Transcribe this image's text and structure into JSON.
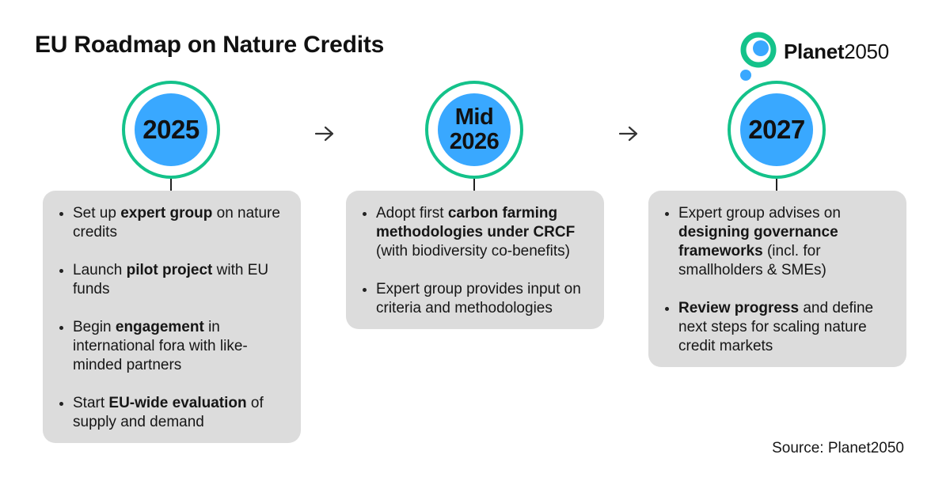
{
  "title": "EU Roadmap on Nature Credits",
  "brand": {
    "name_bold": "Planet",
    "name_regular": "2050",
    "colors": {
      "green": "#14c28a",
      "blue": "#39a8ff"
    }
  },
  "milestones": [
    {
      "year": "2025",
      "items": [
        [
          {
            "t": "Set up "
          },
          {
            "t": "expert group",
            "b": true
          },
          {
            "t": " on nature credits"
          }
        ],
        [
          {
            "t": "Launch "
          },
          {
            "t": "pilot project",
            "b": true
          },
          {
            "t": " with EU funds"
          }
        ],
        [
          {
            "t": "Begin "
          },
          {
            "t": "engagement",
            "b": true
          },
          {
            "t": " in international fora with like-minded partners"
          }
        ],
        [
          {
            "t": "Start "
          },
          {
            "t": "EU-wide evaluation",
            "b": true
          },
          {
            "t": " of supply and demand"
          }
        ]
      ]
    },
    {
      "year": "Mid\n2026",
      "items": [
        [
          {
            "t": "Adopt first "
          },
          {
            "t": "carbon farming methodologies under CRCF",
            "b": true
          },
          {
            "t": " (with biodiversity co-benefits)"
          }
        ],
        [
          {
            "t": "Expert group provides input on criteria and methodologies"
          }
        ]
      ]
    },
    {
      "year": "2027",
      "items": [
        [
          {
            "t": "Expert group advises on "
          },
          {
            "t": "designing governance frameworks",
            "b": true
          },
          {
            "t": " (incl. for smallholders & SMEs)"
          }
        ],
        [
          {
            "t": "Review progress",
            "b": true
          },
          {
            "t": " and define next steps for scaling nature credit markets"
          }
        ]
      ]
    }
  ],
  "arrow_glyph": "→",
  "source": "Source: Planet2050",
  "colors": {
    "ring": "#14c28a",
    "disc": "#39a8ff",
    "card": "#dcdcdc",
    "text": "#111111"
  }
}
